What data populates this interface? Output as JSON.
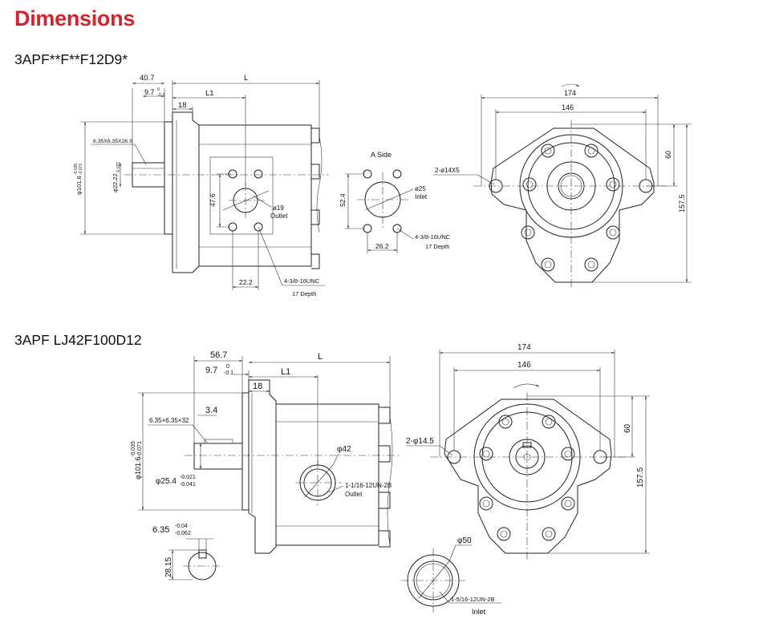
{
  "heading": "Dimensions",
  "drawing1": {
    "model": "3APF**F**F12D9*",
    "dims": {
      "d40_7": "40.7",
      "dL": "L",
      "d9_7": "9.7",
      "d9_7_tol_top": "0",
      "d9_7_tol_bot": "-0.1",
      "dL1": "L1",
      "d18": "18",
      "key": "6.35X6.35X26.3",
      "shaft_dia": "φ101.6",
      "shaft_dia_tol_top": "-0.035",
      "shaft_dia_tol_bot": "-0.071",
      "shaft_dia2": "φ22.22",
      "shaft_dia2_tol": "-0.021",
      "d47_6": "47.6",
      "outlet_dia": "ø19",
      "outlet_label": "Outlet",
      "d22_2": "22.2",
      "thread1": "4-3/8-16UNC",
      "depth1": "17 Depth"
    },
    "aside": {
      "title": "A Side",
      "inlet_dia": "ø25",
      "inlet_label": "Inlet",
      "d52_4": "52.4",
      "d26_2": "26.2",
      "thread": "4-3/8-16UNC",
      "depth": "17 Depth"
    },
    "front": {
      "d174": "174",
      "d146": "146",
      "holes": "2-ø14X5",
      "d60": "60",
      "d157_5": "157.5"
    }
  },
  "drawing2": {
    "model": "3APF LJ42F100D12",
    "dims": {
      "d56_7": "56.7",
      "dL": "L",
      "d9_7": "9.7",
      "d9_7_tol_top": "0",
      "d9_7_tol_bot": "-0.1",
      "dL1": "L1",
      "d18": "18",
      "d3_4": "3.4",
      "key": "6.35×6.35×32",
      "shaft_dia": "φ101.6",
      "shaft_dia_tol_top": "-0.035",
      "shaft_dia_tol_bot": "-0.071",
      "shaft_dia2": "φ25.4",
      "shaft_dia2_tol_top": "-0.021",
      "shaft_dia2_tol_bot": "-0.041",
      "outlet_dia": "φ42",
      "thread": "1-1/16-12UN-2B",
      "outlet_label": "Outlet",
      "key_w": "6.35",
      "key_w_tol_top": "-0.04",
      "key_w_tol_bot": "-0.062",
      "d28_15": "28.15",
      "inlet_dia": "φ50",
      "inlet_thread": "1-5/16-12UN-2B",
      "inlet_label": "Inlet"
    },
    "front": {
      "d174": "174",
      "d146": "146",
      "holes": "2-φ14.5",
      "d60": "60",
      "d157_5": "157.5"
    }
  },
  "colors": {
    "heading": "#d0252e",
    "line": "#222222"
  }
}
